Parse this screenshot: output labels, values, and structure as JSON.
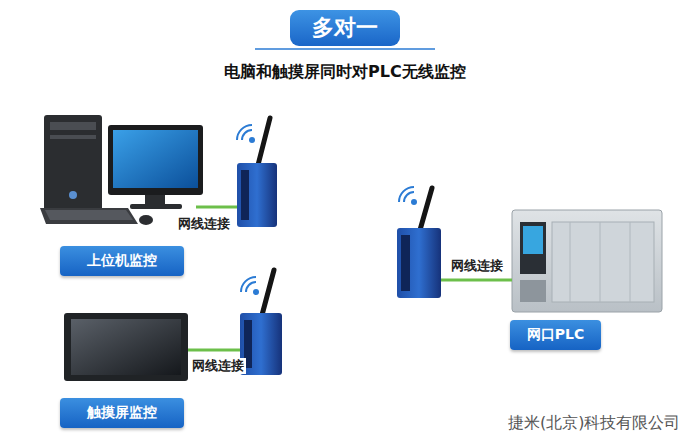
{
  "diagram": {
    "title": "多对一",
    "nodes": [
      {
        "text": [
          "上位机监控"
        ]
      },
      {
        "text": [
          "触摸屏监控"
        ]
      },
      {
        "text": [
          "网口PLC"
        ]
      }
    ],
    "labels": [
      "电脑和触摸屏同时对PLC无线监控",
      "网线连接",
      "网线连接",
      "网线连接",
      "捷米(北京)科技有限公司"
    ]
  }
}
